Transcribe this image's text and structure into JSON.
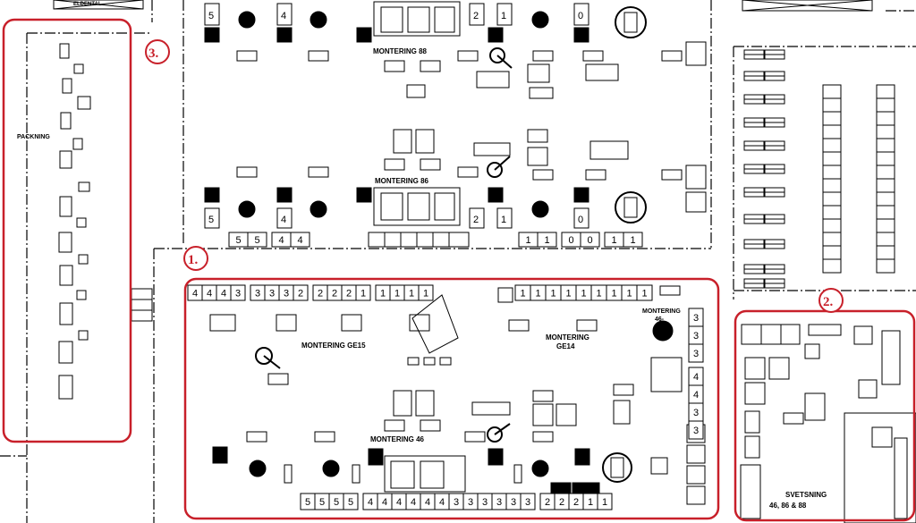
{
  "labels": {
    "ilbehandling": "ELDENTAL",
    "montering_88": "MONTERING 88",
    "montering_86": "MONTERING 86",
    "montering_ge15": "MONTERING  GE15",
    "montering_ge14_a": "MONTERING",
    "montering_ge14_b": "GE14",
    "montering_46": "MONTERING  46",
    "montering_46_side_a": "MONTERING",
    "montering_46_side_b": "46-",
    "packning": "PACKNING",
    "svetsning_a": "SVETSNING",
    "svetsning_b": "46, 86 & 88"
  },
  "markers": {
    "zone1": "1.",
    "zone2": "2.",
    "zone3": "3."
  },
  "bins": {
    "row_top_left_tall": [
      "5",
      "4"
    ],
    "row_top_mid_tall": [
      "2",
      "1",
      "0"
    ],
    "row_mid_left_tall": [
      "5",
      "4"
    ],
    "row_mid_mid_tall": [
      "2",
      "1",
      "0"
    ],
    "row_88_bottom": [
      "5",
      "5",
      "4",
      "4"
    ],
    "row_88_right": [
      "1",
      "1",
      "0",
      "0",
      "1",
      "1"
    ],
    "row_ge15_top": [
      "4",
      "4",
      "4",
      "3",
      "3",
      "3",
      "3",
      "2",
      "2",
      "2",
      "2",
      "1",
      "1",
      "1",
      "1",
      "1"
    ],
    "row_ge14_top": [
      "1",
      "1",
      "1",
      "1",
      "1",
      "1",
      "1",
      "1",
      "1"
    ],
    "col_right": [
      "3",
      "3",
      "3",
      "4",
      "4",
      "3",
      "3"
    ],
    "row_46_bottom": [
      "5",
      "5",
      "5",
      "5",
      "4",
      "4",
      "4",
      "4",
      "4",
      "4",
      "3",
      "3",
      "3",
      "3",
      "3",
      "3",
      "2",
      "2",
      "2",
      "1",
      "1"
    ]
  },
  "colors": {
    "highlight": "#c8202a",
    "ink": "#000000",
    "paper": "#ffffff"
  }
}
